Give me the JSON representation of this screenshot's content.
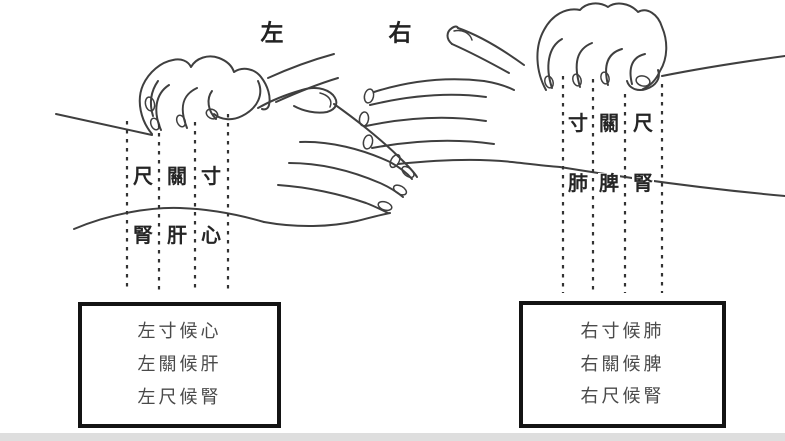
{
  "diagram": {
    "side_labels": {
      "left": "左",
      "right": "右"
    },
    "left_hand": {
      "position_labels": [
        "尺",
        "關",
        "寸"
      ],
      "organ_labels": [
        "腎",
        "肝",
        "心"
      ],
      "caption_lines": [
        "左寸候心",
        "左關候肝",
        "左尺候腎"
      ]
    },
    "right_hand": {
      "position_labels": [
        "寸",
        "關",
        "尺"
      ],
      "organ_labels": [
        "肺",
        "脾",
        "腎"
      ],
      "caption_lines": [
        "右寸候肺",
        "右關候脾",
        "右尺候腎"
      ]
    },
    "colors": {
      "background": "#ffffff",
      "line_art": "#3f3f3f",
      "guide_line": "#333333",
      "label_text": "#252525",
      "caption_text": "#4a4a4a",
      "box_border": "#141414",
      "bottom_band": "#dedede"
    }
  }
}
